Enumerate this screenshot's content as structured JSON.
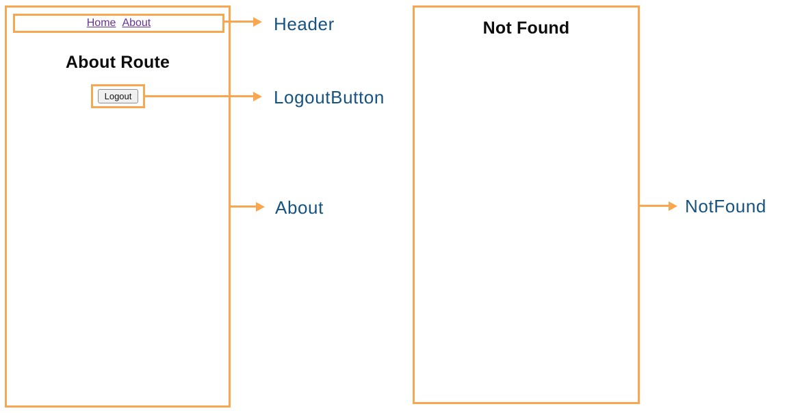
{
  "colors": {
    "accent_orange": "#F9A650",
    "annotation_blue": "#175380",
    "link_purple": "#663399"
  },
  "left_panel": {
    "nav": {
      "home_link": "Home",
      "about_link": "About"
    },
    "title": "About Route",
    "logout_button": "Logout"
  },
  "right_panel": {
    "title": "Not Found"
  },
  "annotations": {
    "header": "Header",
    "logout_button": "LogoutButton",
    "about": "About",
    "not_found": "NotFound"
  }
}
